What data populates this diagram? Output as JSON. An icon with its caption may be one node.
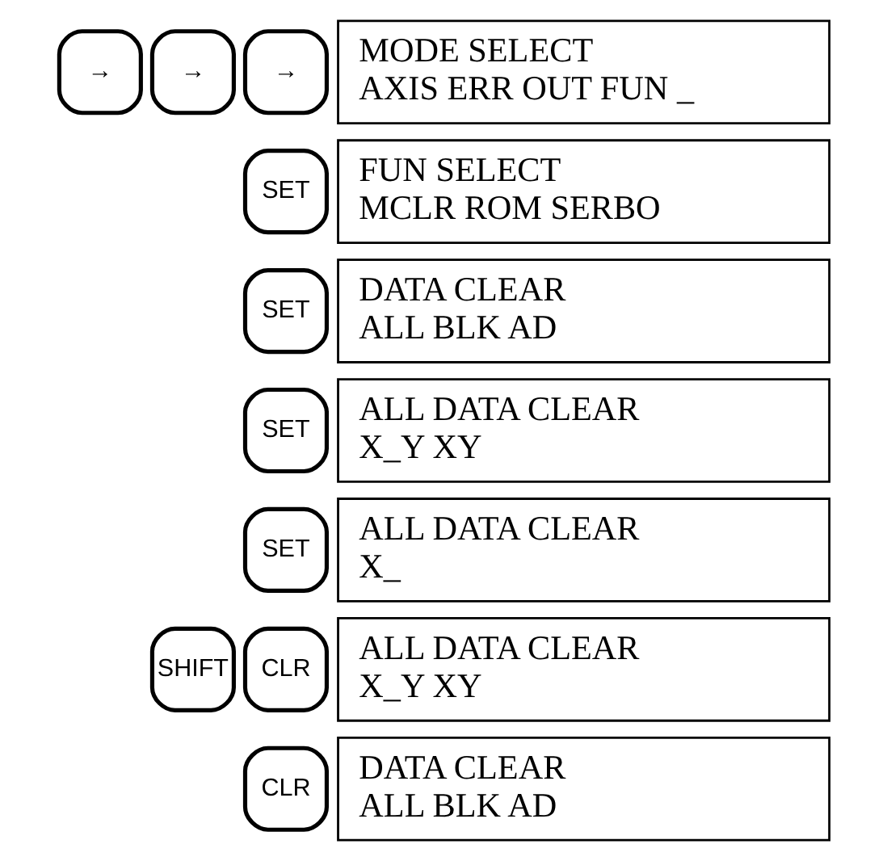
{
  "diagram": {
    "nodes": [
      {
        "text": [
          "→"
        ]
      },
      {
        "text": [
          "→"
        ]
      },
      {
        "text": [
          "→"
        ]
      },
      {
        "text": [
          "MODE SELECT",
          "AXIS ERR OUT FUN _"
        ]
      },
      {
        "text": [
          "SET"
        ]
      },
      {
        "text": [
          "FUN SELECT",
          "MCLR ROM SERBO"
        ]
      },
      {
        "text": [
          "SET"
        ]
      },
      {
        "text": [
          "DATA CLEAR",
          "ALL BLK AD"
        ]
      },
      {
        "text": [
          "SET"
        ]
      },
      {
        "text": [
          "ALL DATA CLEAR",
          "X_Y XY"
        ]
      },
      {
        "text": [
          "SET"
        ]
      },
      {
        "text": [
          "ALL DATA CLEAR",
          "X_"
        ]
      },
      {
        "text": [
          "SHIFT"
        ]
      },
      {
        "text": [
          "CLR"
        ]
      },
      {
        "text": [
          "ALL DATA CLEAR",
          "X_Y XY"
        ]
      },
      {
        "text": [
          "CLR"
        ]
      },
      {
        "text": [
          "DATA CLEAR",
          "ALL BLK AD"
        ]
      }
    ],
    "edges": []
  }
}
